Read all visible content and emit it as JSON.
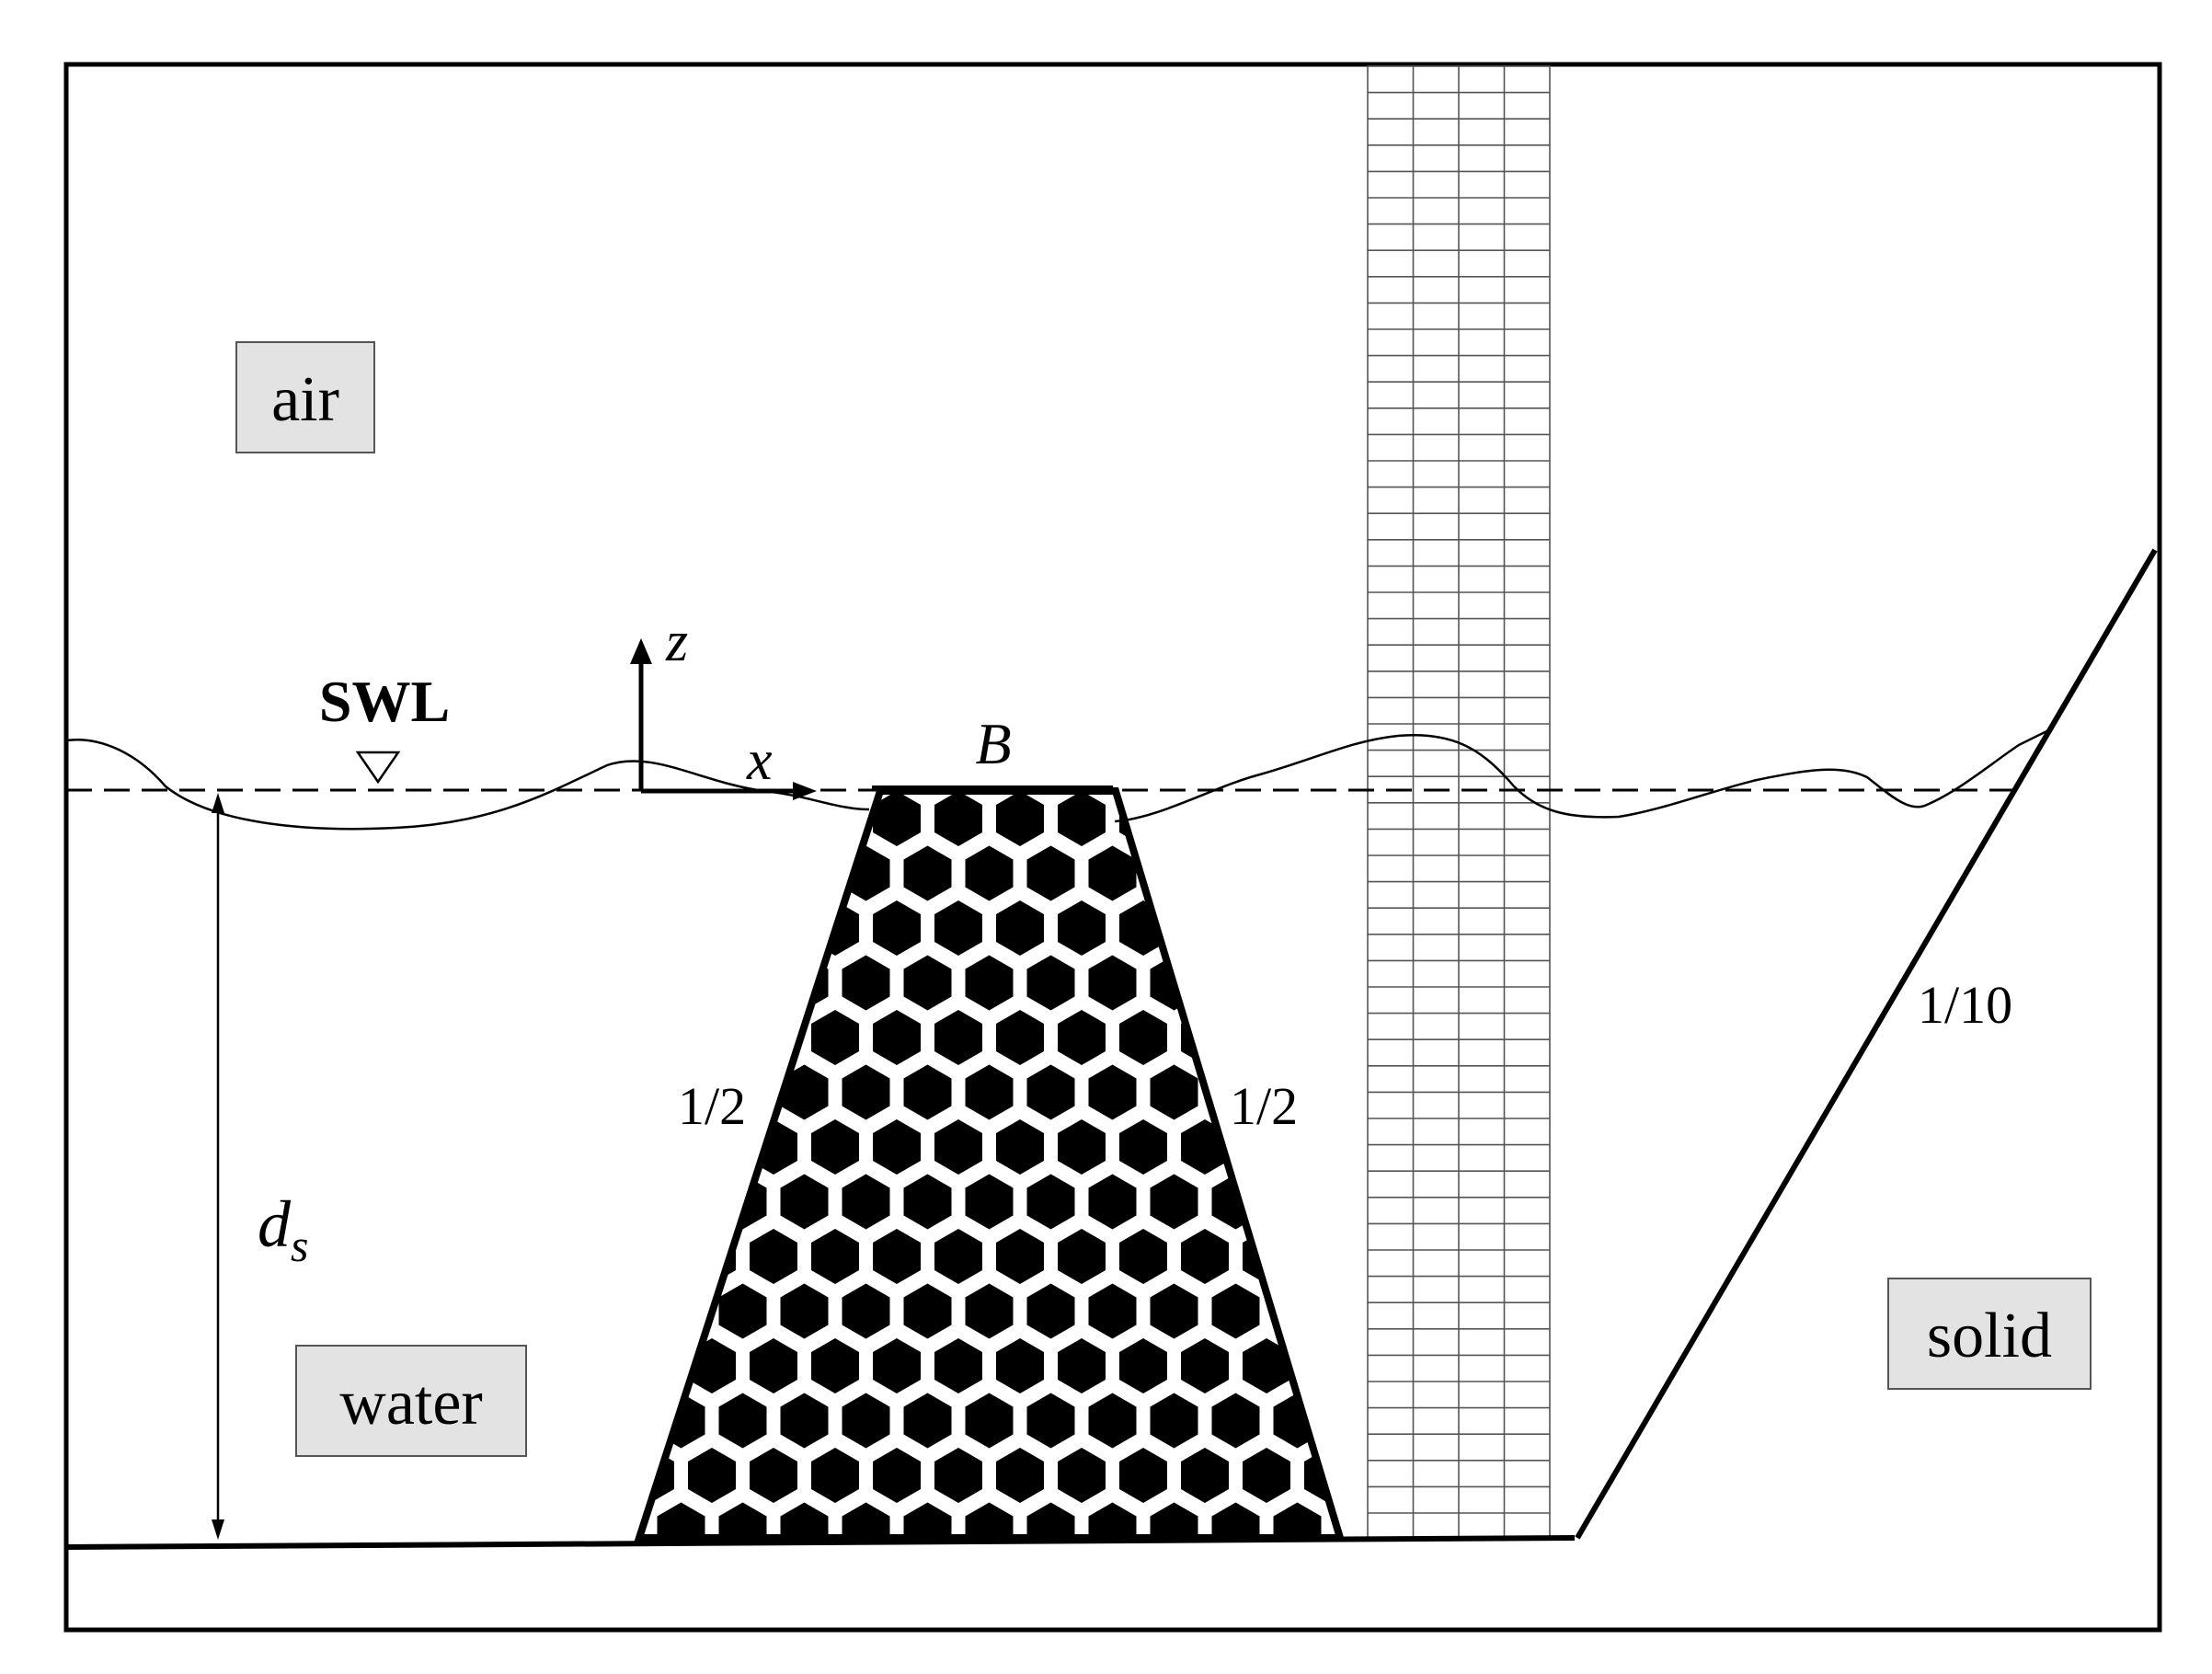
{
  "labels": {
    "air": "air",
    "water": "water",
    "solid": "solid",
    "swl": "SWL",
    "x_axis": "x",
    "z_axis": "z",
    "crest_width": "B",
    "depth": "d",
    "depth_sub": "s",
    "slope_left": "1/2",
    "slope_right": "1/2",
    "beach_slope": "1/10"
  },
  "colors": {
    "line": "#000000",
    "label_box_fill": "#e3e3e3",
    "label_box_stroke": "#555555",
    "grid_stroke": "#555555"
  }
}
